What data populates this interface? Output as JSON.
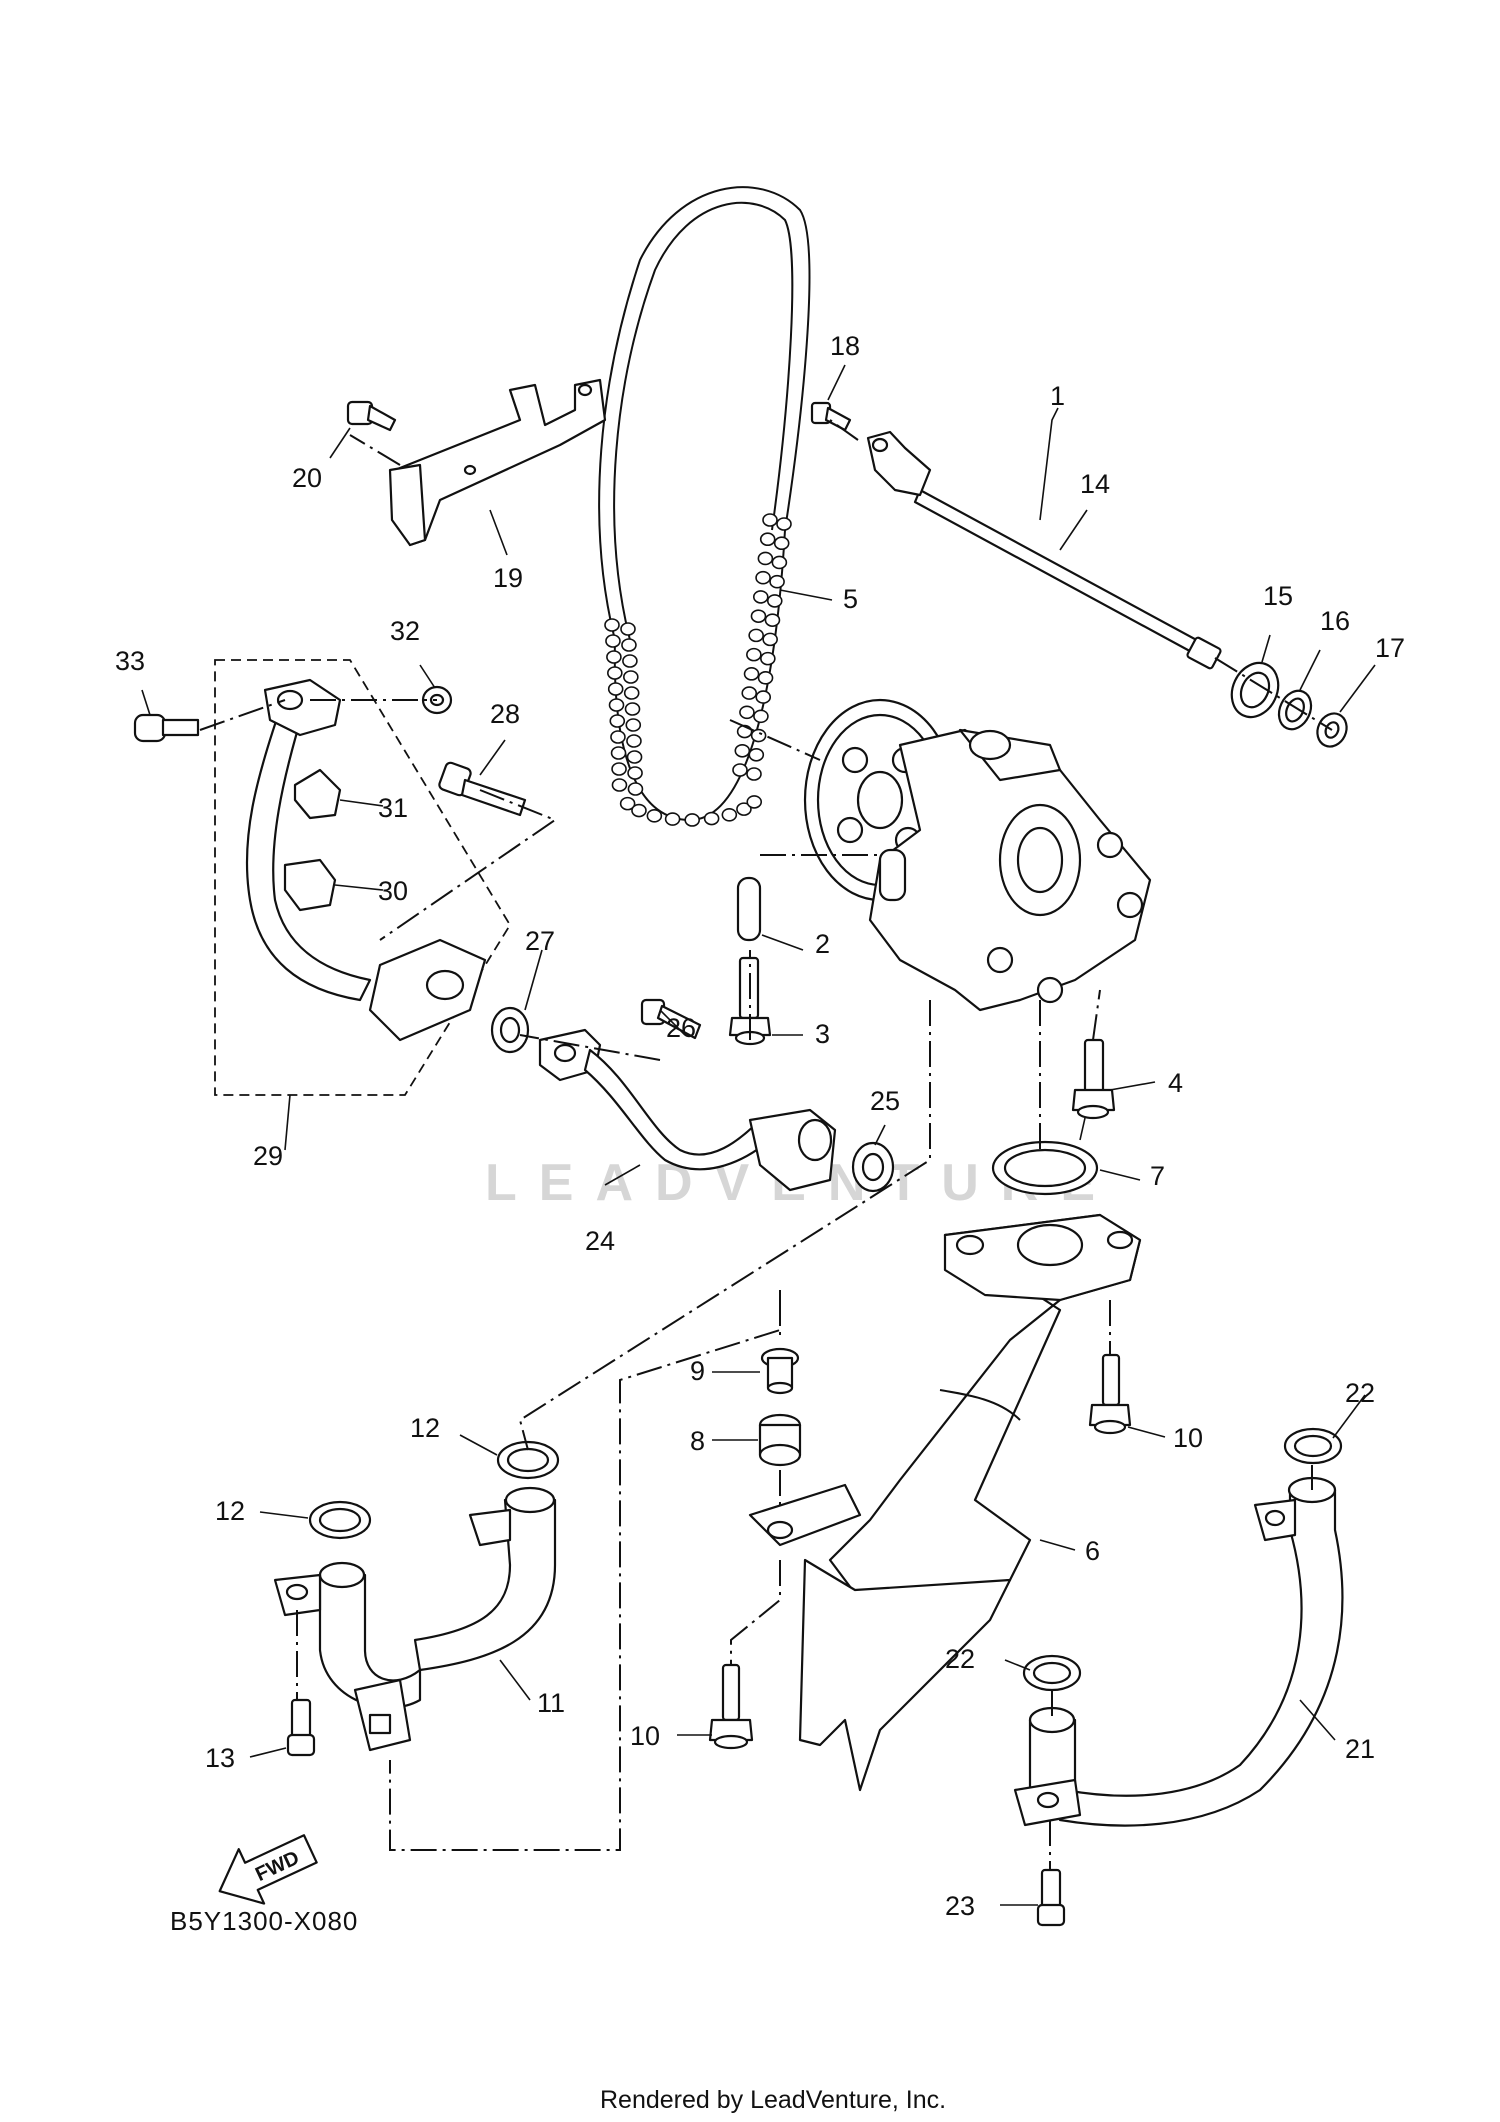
{
  "diagram_code": "B5Y1300-X080",
  "footer_text": "Rendered by LeadVenture, Inc.",
  "watermark": "LEADVENTURE",
  "fwd_label": "FWD",
  "callouts": {
    "c1": "1",
    "c2": "2",
    "c3": "3",
    "c4": "4",
    "c5": "5",
    "c6": "6",
    "c7": "7",
    "c8": "8",
    "c9": "9",
    "c10a": "10",
    "c10b": "10",
    "c11": "11",
    "c12a": "12",
    "c12b": "12",
    "c13": "13",
    "c14": "14",
    "c15": "15",
    "c16": "16",
    "c17": "17",
    "c18": "18",
    "c19": "19",
    "c20": "20",
    "c21": "21",
    "c22a": "22",
    "c22b": "22",
    "c23": "23",
    "c24": "24",
    "c25": "25",
    "c26": "26",
    "c27": "27",
    "c28": "28",
    "c29": "29",
    "c30": "30",
    "c31": "31",
    "c32": "32",
    "c33": "33"
  },
  "colors": {
    "ink": "#111111",
    "background": "#ffffff",
    "watermark": "#d6d6d6"
  }
}
